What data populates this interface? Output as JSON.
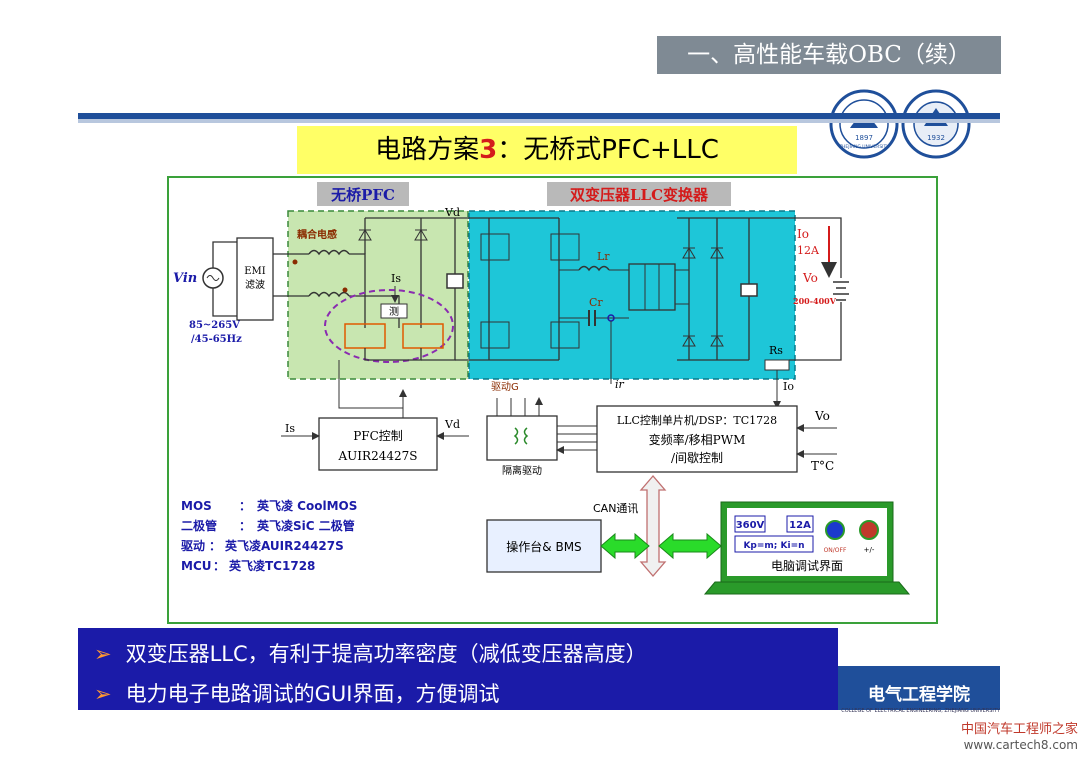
{
  "header": {
    "tab": "一、高性能车载OBC（续）"
  },
  "title": {
    "prefix": "电路方案",
    "number": "3",
    "suffix": "：无桥式PFC+LLC"
  },
  "logos": {
    "left_year": "1897",
    "left_name": "ZHEJIANG UNIVERSITY",
    "right_year": "1932"
  },
  "diagram": {
    "pfc_section": "无桥PFC",
    "llc_section": "双变压器LLC变换器",
    "vin": "Vin",
    "emi": [
      "EMI",
      "滤波"
    ],
    "input_range": [
      "85~265V",
      "/45-65Hz"
    ],
    "coupled_inductor": "耦合电感",
    "is_sense": "Is",
    "sense_box": "测",
    "vd": "Vd",
    "lr": "Lr",
    "cr": "Cr",
    "ir": "ir",
    "io": "Io",
    "io_value": "12A",
    "vo": "Vo",
    "vo_range": "200-400V",
    "rs": "Rs",
    "pfc_control": [
      "PFC控制",
      "AUIR24427S"
    ],
    "drive_g": "驱动G",
    "isolated_drive": "隔离驱动",
    "llc_control": [
      "LLC控制单片机/DSP：TC1728",
      "变频率/移相PWM",
      "/间歇控制"
    ],
    "temp": "T°C",
    "can": "CAN通讯",
    "console": "操作台& BMS",
    "gui_title": "电脑调试界面",
    "gui_fields": [
      "360V",
      "12A",
      "Kp=m; Ki=n"
    ],
    "onoff": "ON/OFF",
    "plusminus": "+/-",
    "components": [
      {
        "k": "MOS",
        "sep": "：",
        "v": "英飞凌 CoolMOS"
      },
      {
        "k": "二极管",
        "sep": "：",
        "v": "英飞凌SiC 二极管"
      },
      {
        "k": "驱动",
        "sep": "：",
        "v": "英飞凌AUIR24427S"
      },
      {
        "k": "MCU",
        "sep": "：",
        "v": "英飞凌TC1728"
      }
    ]
  },
  "bullets": [
    "双变压器LLC，有利于提高功率密度（减低变压器高度）",
    "电力电子电路调试的GUI界面，方便调试"
  ],
  "footer": {
    "college": "电气工程学院",
    "college_en": "COLLEGE OF ELECTRICAL ENGINEERING, ZHEJIANG UNIVERSITY",
    "watermark": "中国汽车工程师之家",
    "url": "www.cartech8.com"
  },
  "colors": {
    "header": "#7f8a94",
    "title_bg": "#ffff66",
    "llc_bg": "#1ec6d8",
    "pfc_bg": "#c8e6b0",
    "bullet_bg": "#1b1ba8",
    "accent_red": "#d41b1b"
  }
}
